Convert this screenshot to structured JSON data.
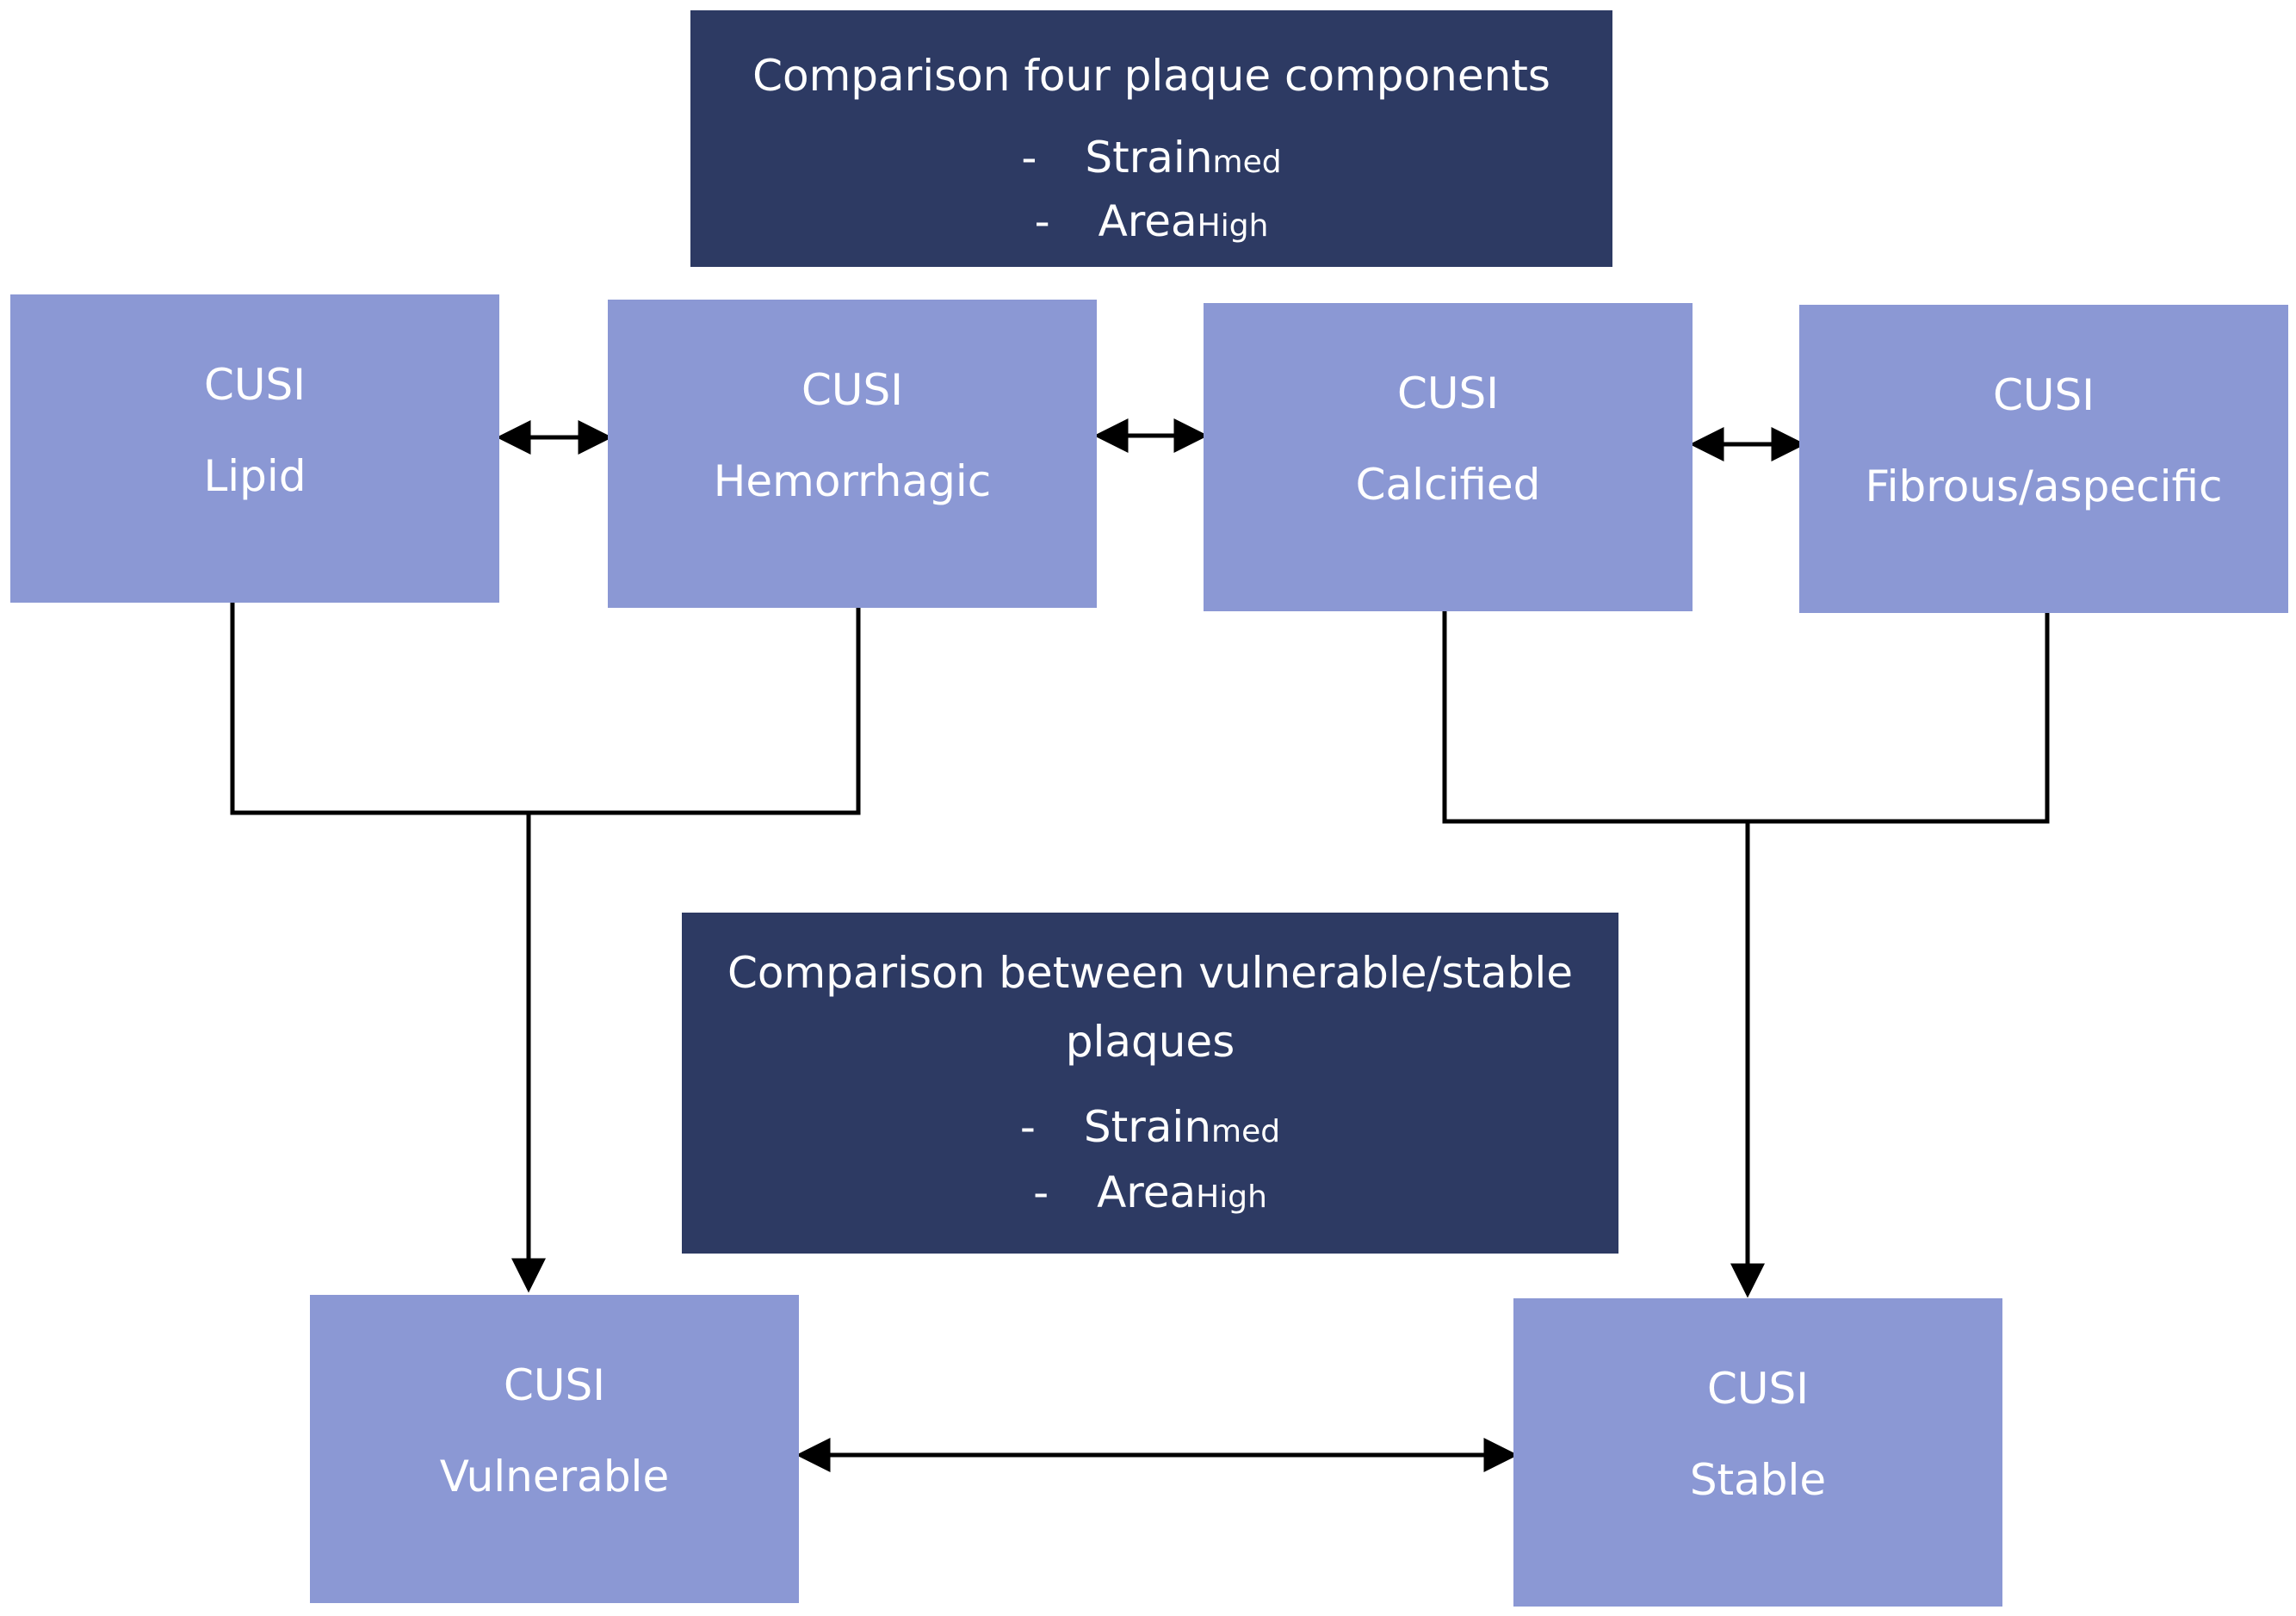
{
  "top_box": {
    "title": "Comparison four plaque components",
    "metrics": [
      {
        "dash": "-",
        "label": "Strain",
        "sub": "med"
      },
      {
        "dash": "-",
        "label": "Area",
        "sub": "High"
      }
    ]
  },
  "middle_box": {
    "title": "Comparison between vulnerable/stable plaques",
    "metrics": [
      {
        "dash": "-",
        "label": "Strain",
        "sub": "med"
      },
      {
        "dash": "-",
        "label": "Area",
        "sub": "High"
      }
    ]
  },
  "components": [
    {
      "line1": "CUSI",
      "line2": "Lipid"
    },
    {
      "line1": "CUSI",
      "line2": "Hemorrhagic"
    },
    {
      "line1": "CUSI",
      "line2": "Calcified"
    },
    {
      "line1": "CUSI",
      "line2": "Fibrous/aspecific"
    }
  ],
  "outcomes": [
    {
      "line1": "CUSI",
      "line2": "Vulnerable"
    },
    {
      "line1": "CUSI",
      "line2": "Stable"
    }
  ],
  "colors": {
    "light_box": "#8b98d4",
    "dark_box": "#2d3a63",
    "connector": "#000000",
    "text": "#ffffff"
  }
}
